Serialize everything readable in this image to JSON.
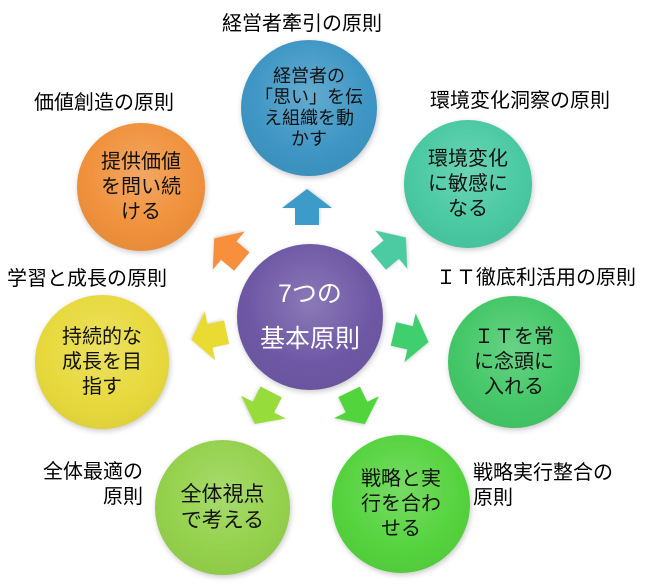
{
  "diagram": {
    "type": "radial-diverging",
    "center": {
      "text": "7つの\n基本原則",
      "color": "#6E58A5",
      "text_color": "#FFFFFF"
    },
    "principles": [
      {
        "key": "leadership",
        "label": "経営者牽引の原則",
        "circle_text": "経営者の\n「思い」を伝\nえ組織を動\nかす",
        "circle_color": "#3E96C4",
        "arrow_color": "#3C9BC9",
        "position": "top"
      },
      {
        "key": "environment-insight",
        "label": "環境変化洞察の原則",
        "circle_text": "環境変化\nに敏感に\nなる",
        "circle_color": "#49C9A2",
        "arrow_color": "#4CCBA3",
        "position": "top-right"
      },
      {
        "key": "it-utilization",
        "label": "ＩＴ徹底利活用の原則",
        "circle_text": "ＩＴを常\nに念頭に\n入れる",
        "circle_color": "#43C767",
        "arrow_color": "#3FCF6F",
        "position": "right"
      },
      {
        "key": "strategy-execution-alignment",
        "label": "戦略実行整合の\n原則",
        "circle_text": "戦略と実\n行を合わ\nせる",
        "circle_color": "#55D33E",
        "arrow_color": "#52D43C",
        "position": "bottom-right"
      },
      {
        "key": "overall-optimization",
        "label": "全体最適の\n原則",
        "circle_text": "全体視点\nで考える",
        "circle_color": "#94D14B",
        "arrow_color": "#96DC3B",
        "position": "bottom"
      },
      {
        "key": "learning-growth",
        "label": "学習と成長の原則",
        "circle_text": "持続的な\n成長を目\n指す",
        "circle_color": "#E7D93C",
        "arrow_color": "#EADB33",
        "position": "left"
      },
      {
        "key": "value-creation",
        "label": "価値創造の原則",
        "circle_text": "提供価値\nを問い続\nける",
        "circle_color": "#F0913C",
        "arrow_color": "#F78F3C",
        "position": "top-left"
      }
    ]
  }
}
